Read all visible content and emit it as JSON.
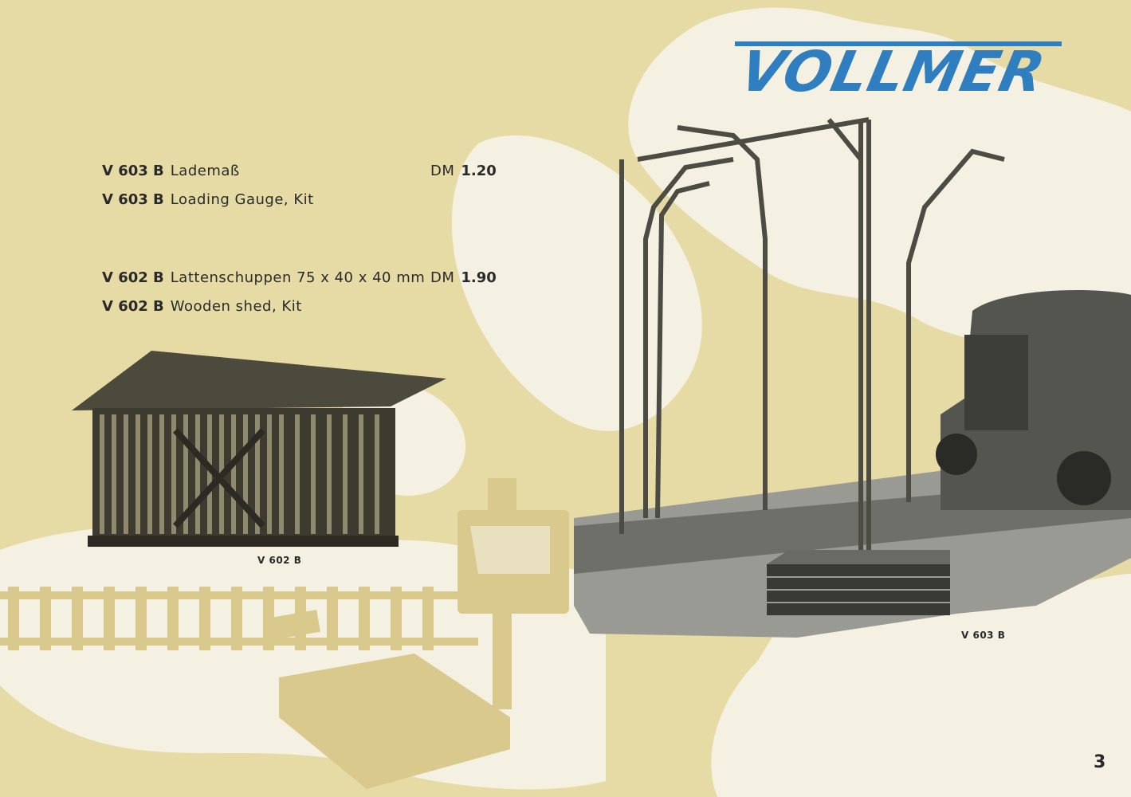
{
  "brand": {
    "logo_text": "VOLLMER",
    "color": "#2f7fc0"
  },
  "products": [
    {
      "code": "V 603 B",
      "name": "Lademaß",
      "currency": "DM",
      "price": "1.20"
    },
    {
      "code": "V 603 B",
      "name": "Loading Gauge, Kit"
    },
    {
      "code": "V 602 B",
      "name": "Lattenschuppen 75 x 40 x 40  mm",
      "currency": "DM",
      "price": "1.90"
    },
    {
      "code": "V 602 B",
      "name": "Wooden shed, Kit"
    }
  ],
  "captions": {
    "shed": "V 602 B",
    "gauge": "V 603 B"
  },
  "page_number": "3",
  "colors": {
    "paper": "#e7dba5",
    "cloud": "#f3efe1",
    "ink": "#2a2a2a"
  }
}
